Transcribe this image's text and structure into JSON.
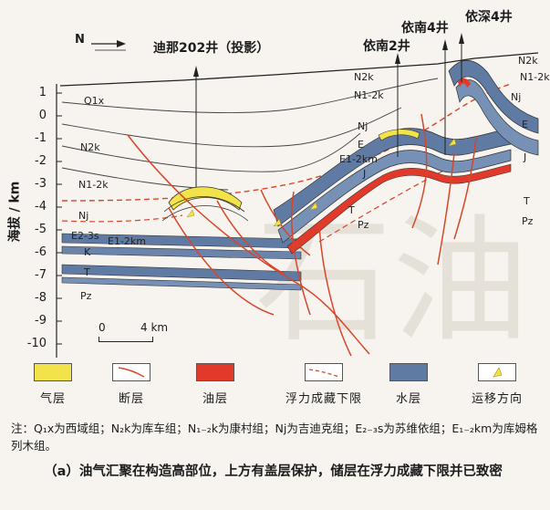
{
  "north": "N",
  "wells": [
    {
      "label": "迪那202井（投影）"
    },
    {
      "label": "依南2井"
    },
    {
      "label": "依南4井"
    },
    {
      "label": "依深4井"
    }
  ],
  "y_axis": {
    "label": "海拔 / km",
    "ticks": [
      "1",
      "0",
      "-1",
      "-2",
      "-3",
      "-4",
      "-5",
      "-6",
      "-7",
      "-8",
      "-9",
      "-10"
    ]
  },
  "formation_labels": [
    "Q1x",
    "N2k",
    "N1-2k",
    "Nj",
    "E2-3s",
    "E1-2km",
    "K",
    "T",
    "Pz",
    "N2k",
    "N1-2k",
    "Nj",
    "E",
    "E1-2km",
    "J",
    "T",
    "Pz",
    "N2k",
    "N1-2k",
    "Nj",
    "E",
    "J",
    "T",
    "Pz"
  ],
  "scale_bar": {
    "zero": "0",
    "end": "4 km"
  },
  "legend": [
    {
      "label": "气层",
      "color": "#f2e34b"
    },
    {
      "label": "断层",
      "color": "#d7462a"
    },
    {
      "label": "油层",
      "color": "#e23a2a"
    },
    {
      "label": "浮力成藏下限",
      "color": "#d7462a"
    },
    {
      "label": "水层",
      "color": "#5f7aa3"
    },
    {
      "label": "运移方向",
      "color": "#f2e34b"
    }
  ],
  "note": "注：Q₁x为西域组；N₂k为库车组；N₁₋₂k为康村组；Nj为吉迪克组；E₂₋₃s为苏维依组；E₁₋₂km为库姆格列木组。",
  "caption": "（a）油气汇聚在构造高部位，上方有盖层保护，储层在浮力成藏下限并已致密",
  "watermark": "石油"
}
